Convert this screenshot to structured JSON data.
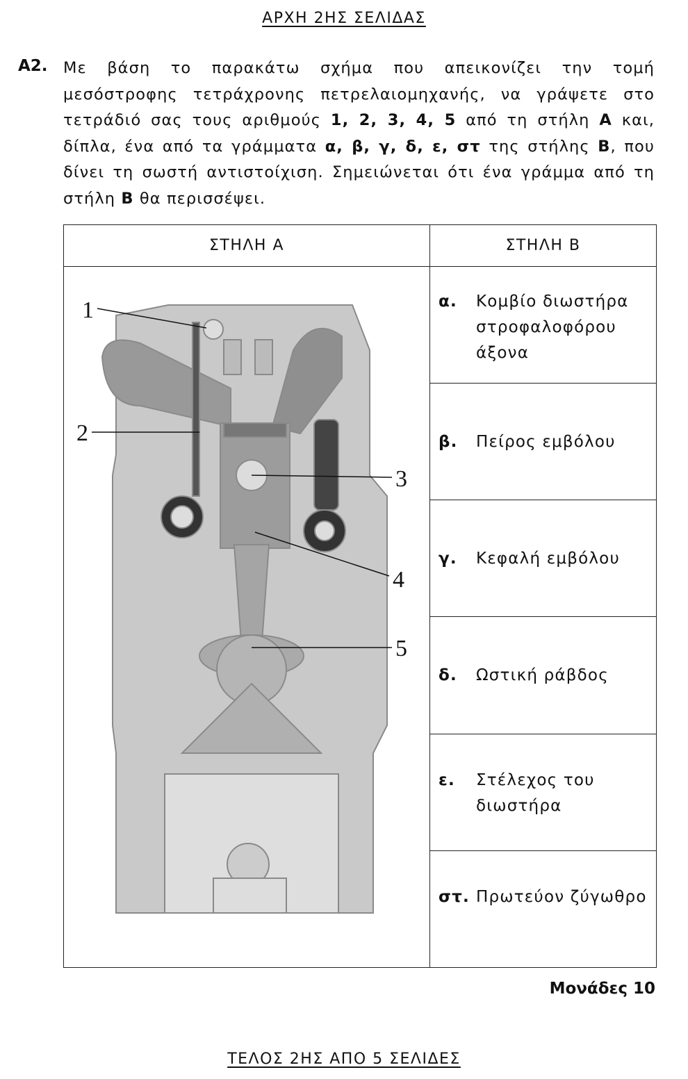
{
  "header": "ΑΡΧΗ 2ΗΣ ΣΕΛΙΔΑΣ",
  "footer": "ΤΕΛΟΣ 2ΗΣ ΑΠΟ 5 ΣΕΛΙΔΕΣ",
  "question": {
    "label": "Α2.",
    "t1": "Με βάση το παρακάτω σχήμα που απεικονίζει την τομή μεσόστροφης τετράχρονης πετρελαιομηχανής, να γράψετε στο τετράδιό σας τους αριθμούς ",
    "b1": "1, 2, 3, 4, 5",
    "t2": " από τη στήλη ",
    "b2": "Α",
    "t3": " και, δίπλα, ένα από τα γράμματα ",
    "b3": "α, β, γ, δ, ε, στ",
    "t4": " της στήλης ",
    "b4": "Β",
    "t5": ", που δίνει τη σωστή αντιστοίχιση. Σημειώνεται ότι ένα γράμμα από τη στήλη ",
    "b5": "Β",
    "t6": " θα περισσέψει."
  },
  "table": {
    "col_a": "ΣΤΗΛΗ Α",
    "col_b": "ΣΤΗΛΗ Β",
    "diagram_labels": [
      "1",
      "2",
      "3",
      "4",
      "5"
    ],
    "items": [
      {
        "letter": "α.",
        "text": "Κομβίο διωστήρα στροφαλοφόρου άξονα"
      },
      {
        "letter": "β.",
        "text": "Πείρος εμβόλου"
      },
      {
        "letter": "γ.",
        "text": "Κεφαλή εμβόλου"
      },
      {
        "letter": "δ.",
        "text": "Ωστική ράβδος"
      },
      {
        "letter": "ε.",
        "text": "Στέλεχος του διωστήρα"
      },
      {
        "letter": "στ.",
        "text": "Πρωτεύον ζύγωθρο"
      }
    ]
  },
  "marks": "Μονάδες 10"
}
